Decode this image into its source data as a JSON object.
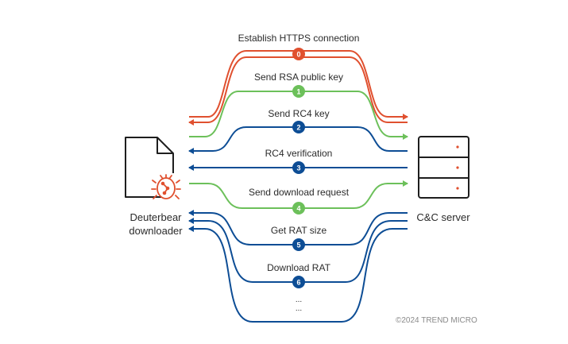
{
  "colors": {
    "red": "#e0502f",
    "green": "#6cc05a",
    "blue": "#0d4d95",
    "icon": "#1e1e1e"
  },
  "client": {
    "icon": "document-bug-icon",
    "line1": "Deuterbear",
    "line2": "downloader"
  },
  "server": {
    "icon": "server-icon",
    "label": "C&C server"
  },
  "steps": [
    {
      "badge": "0",
      "label": "Establish HTTPS connection",
      "color": "red"
    },
    {
      "badge": "1",
      "label": "Send RSA public key",
      "color": "green"
    },
    {
      "badge": "2",
      "label": "Send RC4 key",
      "color": "blue"
    },
    {
      "badge": "3",
      "label": "RC4 verification",
      "color": "blue"
    },
    {
      "badge": "4",
      "label": "Send download request",
      "color": "green"
    },
    {
      "badge": "5",
      "label": "Get RAT size",
      "color": "blue"
    },
    {
      "badge": "6",
      "label": "Download RAT",
      "color": "blue"
    }
  ],
  "ellipsis": [
    "...",
    "..."
  ],
  "copyright": "©2024 TREND MICRO"
}
